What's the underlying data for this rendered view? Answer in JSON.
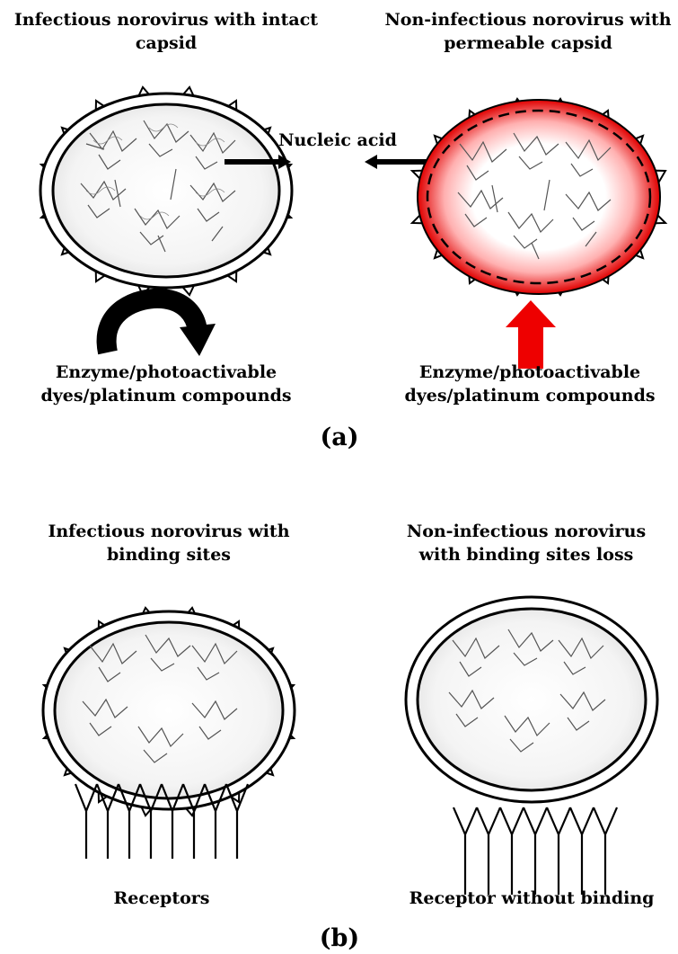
{
  "panel_a": {
    "left_title_line1": "Infectious norovirus with intact",
    "left_title_line2": "capsid",
    "right_title_line1": "Non-infectious norovirus with",
    "right_title_line2": "permeable capsid",
    "nucleic_acid_label": "Nucleic acid",
    "left_agent_line1": "Enzyme/photoactivable",
    "left_agent_line2": "dyes/platinum compounds",
    "right_agent_line1": "Enzyme/photoactivable",
    "right_agent_line2": "dyes/platinum compounds",
    "panel_label": "(a)"
  },
  "panel_b": {
    "left_title_line1": "Infectious norovirus with",
    "left_title_line2": "binding sites",
    "right_title_line1": "Non-infectious norovirus",
    "right_title_line2": "with binding sites loss",
    "left_receptor_label": "Receptors",
    "right_receptor_label": "Receptor without binding",
    "panel_label": "(b)"
  },
  "colors": {
    "ink": "#000000",
    "permeable_capsid_red": "#e00000",
    "red_arrow": "#ee0000",
    "interior_fill": "#f7f7f7"
  }
}
